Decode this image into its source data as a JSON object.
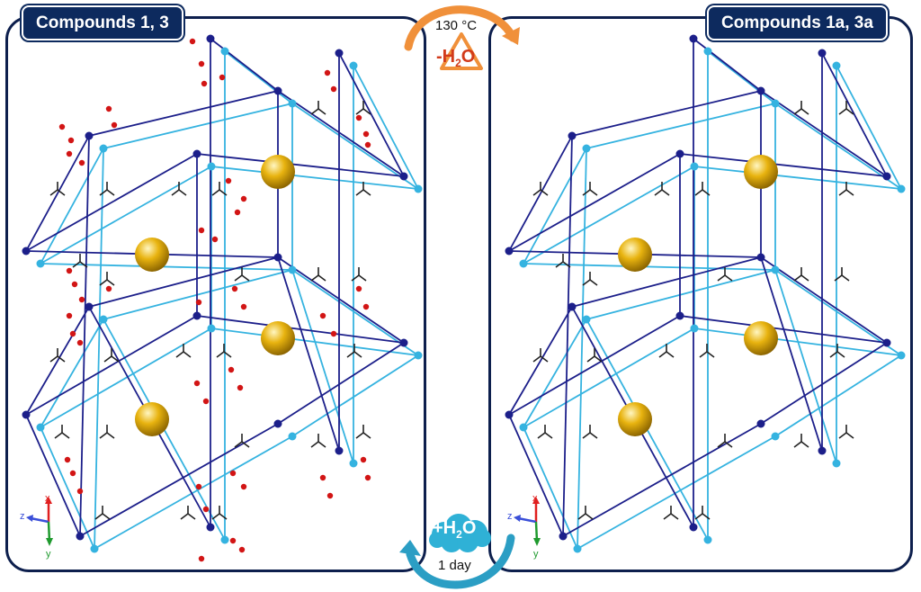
{
  "panels": {
    "left": {
      "title": "Compounds 1, 3"
    },
    "right": {
      "title": "Compounds 1a, 3a"
    }
  },
  "transitions": {
    "heating": {
      "temperature": "130 °C",
      "species_sign": "-H",
      "species_sub": "2",
      "species_end": "O",
      "arrow_color": "#f0903a"
    },
    "hydration": {
      "species_sign": "+H",
      "species_sub": "2",
      "species_end": "O",
      "duration": "1 day",
      "arrow_color": "#2b9ec4"
    }
  },
  "axes": {
    "x": "x",
    "y": "y",
    "z": "z"
  },
  "colors": {
    "frame": "#0d1f4d",
    "dark_net": "#1c1f8a",
    "light_net": "#35b3e0",
    "guest": "#e8b30f",
    "water": "#d21515",
    "badge": "#0d2a5e"
  },
  "icons": [
    "heating-arrow-icon",
    "flask-triangle-icon",
    "hydration-arrow-icon",
    "water-cloud-icon",
    "axis-triad-icon"
  ]
}
